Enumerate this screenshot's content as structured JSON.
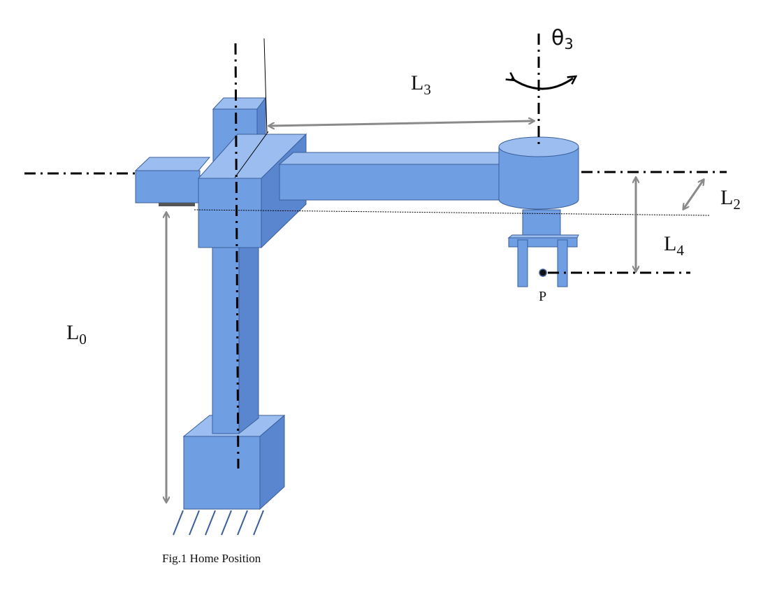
{
  "figure": {
    "caption": "Fig.1 Home Position",
    "point_label": "P",
    "colors": {
      "body_front": "#6f9ee3",
      "body_top": "#9bbdf0",
      "body_side": "#5a86cf",
      "body_stroke": "#3b5f9a",
      "dimension_arrow": "#8a8a8a",
      "axis_line": "#000000",
      "background": "#ffffff"
    }
  },
  "labels": {
    "L0": {
      "main": "L",
      "sub": "0"
    },
    "L2": {
      "main": "L",
      "sub": "2"
    },
    "L3": {
      "main": "L",
      "sub": "3"
    },
    "L4": {
      "main": "L",
      "sub": "4"
    },
    "theta3": {
      "main": "θ",
      "sub": "3"
    }
  },
  "icons": {
    "rotation": "curved-double-arrow-icon",
    "ground": "ground-hatch-icon"
  }
}
